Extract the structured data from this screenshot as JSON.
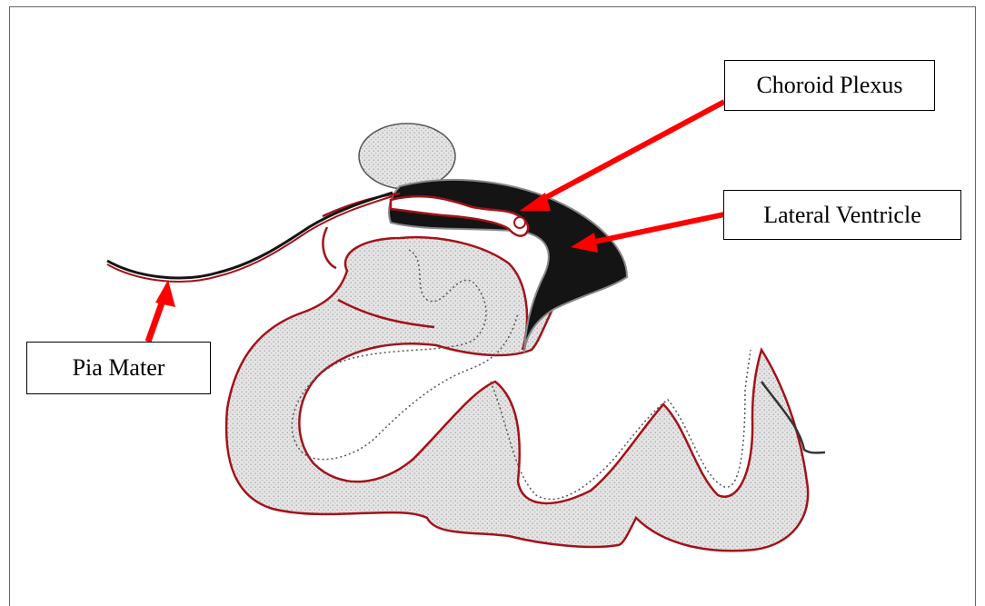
{
  "labels": {
    "choroid_plexus": "Choroid Plexus",
    "lateral_ventricle": "Lateral Ventricle",
    "pia_mater": "Pia Mater"
  },
  "colors": {
    "arrow": "#ff0000",
    "outline_red": "#a3121a",
    "tissue": "#d9d9d9",
    "ventricle": "#141414"
  }
}
